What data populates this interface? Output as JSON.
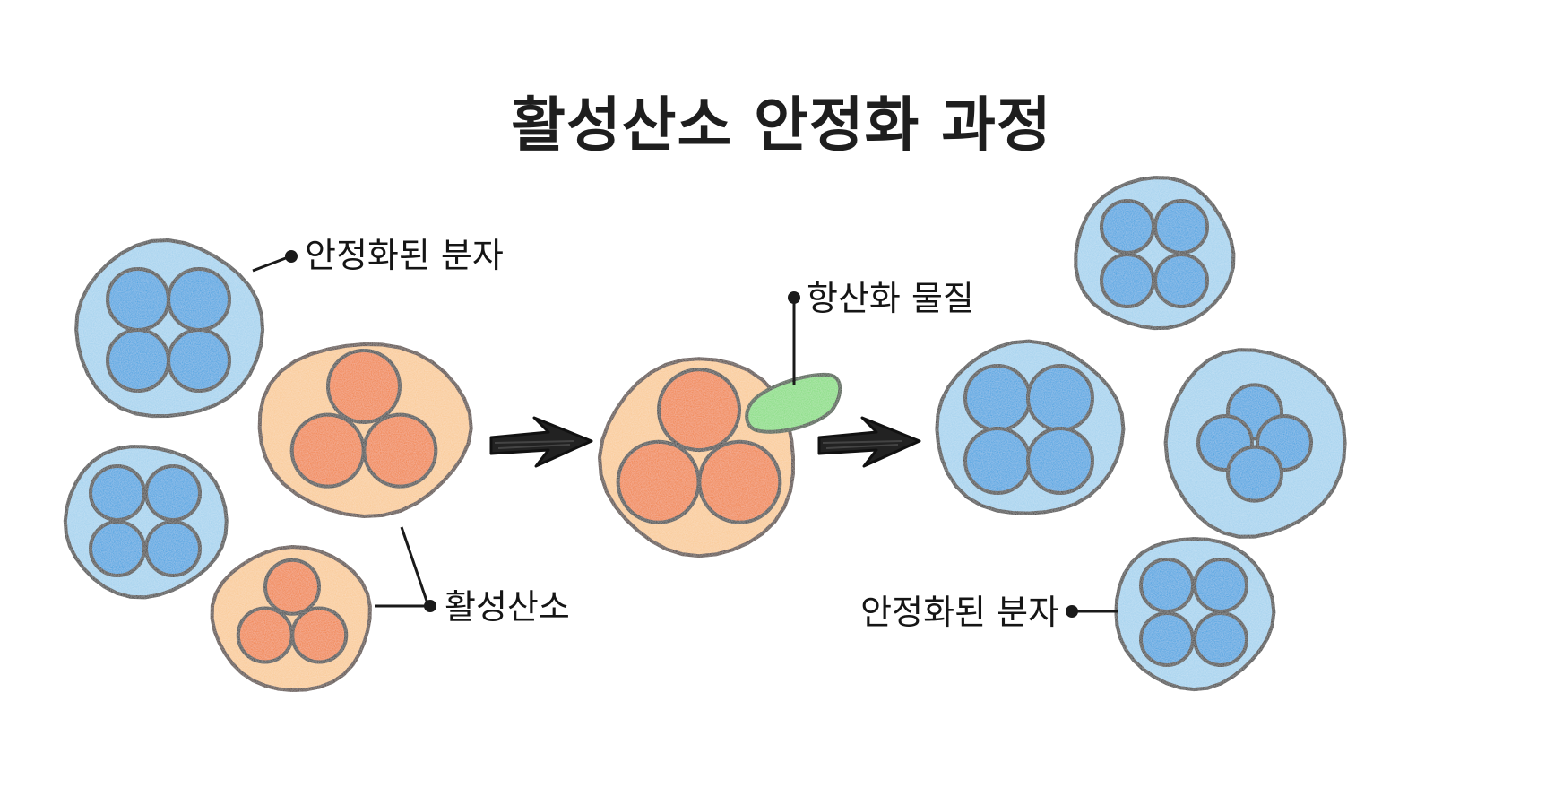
{
  "title": "활성산소 안정화 과정",
  "labels": {
    "stable_molecule_left": "안정화된 분자",
    "active_oxygen": "활성산소",
    "antioxidant": "항산화 물질",
    "stable_molecule_right": "안정화된 분자"
  },
  "colors": {
    "stable_fill": "#9fd0ee",
    "stable_ball": "#2f9ee0",
    "active_fill": "#f9c78f",
    "active_ball": "#f07a2a",
    "antioxidant_fill": "#7fdc78",
    "outline": "#1a1a1a",
    "active_outline": "#3d1f10",
    "arrow": "#222222"
  },
  "icons": {
    "stable_molecule": "stable-molecule-icon",
    "active_oxygen": "active-oxygen-icon",
    "antioxidant": "antioxidant-capsule-icon",
    "arrow": "process-arrow-icon"
  }
}
